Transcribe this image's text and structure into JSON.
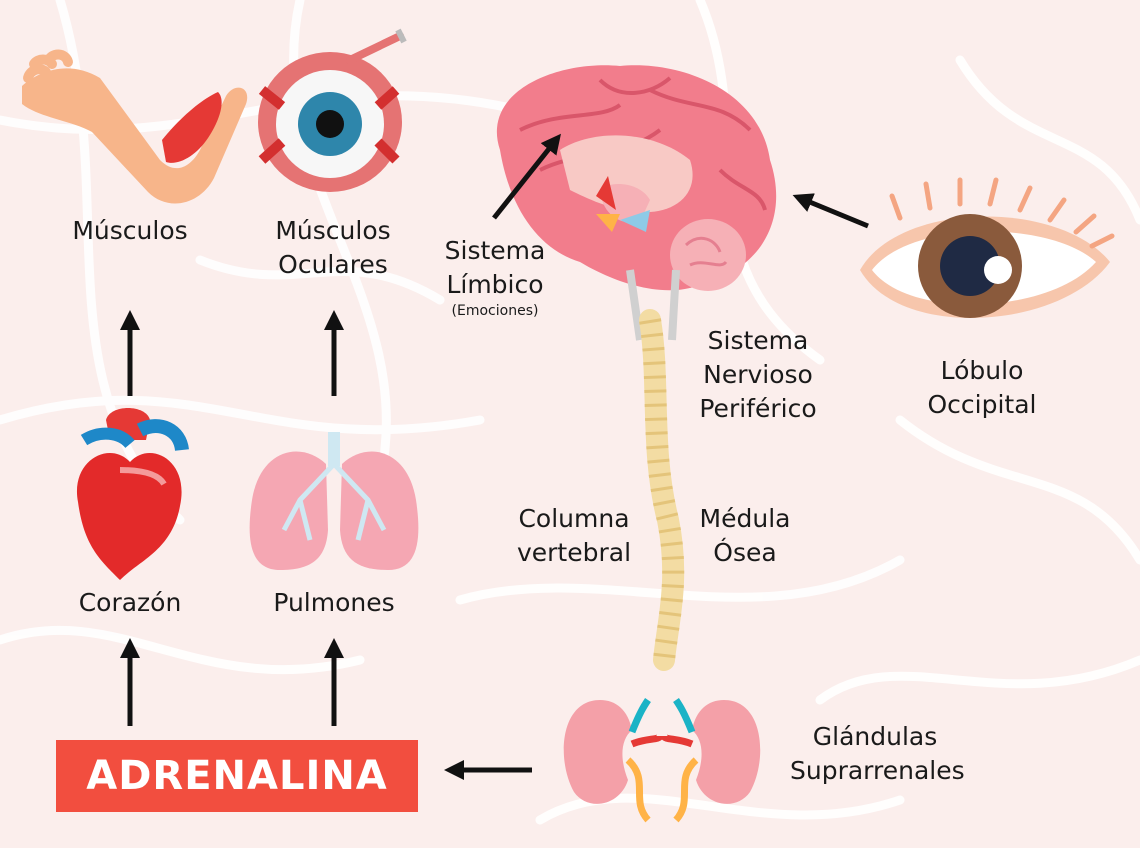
{
  "labels": {
    "musculos": "Músculos",
    "musculos_oculares": [
      "Músculos",
      "Oculares"
    ],
    "sistema_limbico": [
      "Sistema",
      "Límbico"
    ],
    "emociones": "(Emociones)",
    "sistema_nervioso": [
      "Sistema",
      "Nervioso",
      "Periférico"
    ],
    "lobulo_occipital": [
      "Lóbulo",
      "Occipital"
    ],
    "corazon": "Corazón",
    "pulmones": "Pulmones",
    "columna": [
      "Columna",
      "vertebral"
    ],
    "medula": [
      "Médula",
      "Ósea"
    ],
    "glandulas": [
      "Glándulas",
      "Suprarrenales"
    ],
    "adrenalina": "ADRENALINA"
  },
  "colors": {
    "background": "#fbeeec",
    "adrenalina_box": "#f24e3f",
    "arrow": "#111111",
    "brain": "#f27d8c",
    "skin": "#f7b58a",
    "heart": "#e32a2a",
    "lungs": "#f5a7b3",
    "spine": "#f3dca3",
    "kidney": "#f4a0a8",
    "eye_iris": "#8a5a3c"
  },
  "icons": [
    "arm-icon",
    "eyeball-icon",
    "brain-icon",
    "eye-icon",
    "heart-icon",
    "lungs-icon",
    "spine-icon",
    "kidneys-icon"
  ]
}
